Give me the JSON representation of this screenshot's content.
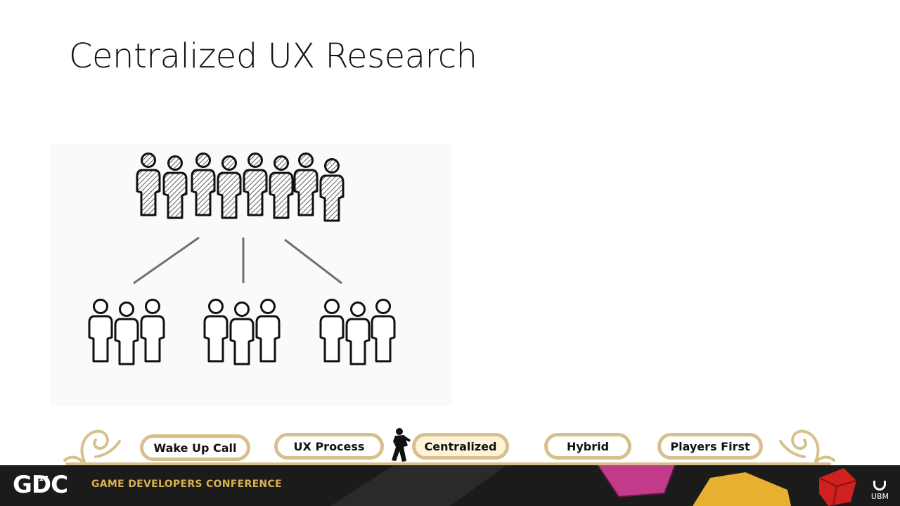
{
  "slide": {
    "title": "Centralized UX Research"
  },
  "nav": {
    "items": [
      {
        "label": "Wake Up Call",
        "active": false
      },
      {
        "label": "UX Process",
        "active": false
      },
      {
        "label": "Centralized",
        "active": true
      },
      {
        "label": "Hybrid",
        "active": false
      },
      {
        "label": "Players First",
        "active": false
      }
    ]
  },
  "footer": {
    "brand": "GDC",
    "edition": "17",
    "name": "GAME DEVELOPERS CONFERENCE",
    "sponsor": "UBM"
  },
  "colors": {
    "pill_border": "#d8c08c",
    "active_pill_fill": "#fdf3d6",
    "footer_bg": "#1b1b1b",
    "gdc_gold": "#d9b24f",
    "footer_red": "#d02020",
    "footer_magenta": "#c23a8a",
    "footer_yellow": "#e8b030"
  },
  "icons": {
    "central_team": "hatched-person-group-icon",
    "teams": "person-outline-group-icon",
    "nav_runner": "running-figure-icon"
  }
}
